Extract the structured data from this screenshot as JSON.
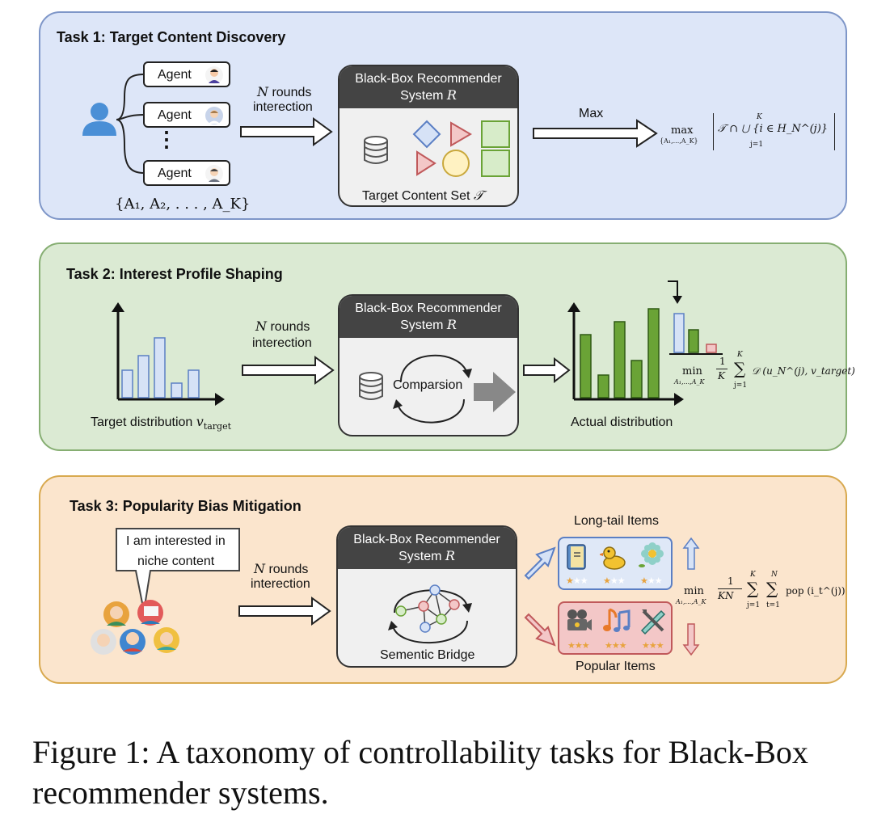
{
  "task1": {
    "title": "Task 1: Target Content Discovery",
    "agents": [
      "Agent",
      "Agent",
      "Agent"
    ],
    "dots": "⋮",
    "agent_set": "{A₁, A₂, . . . , A_K}",
    "rounds_n": "N",
    "rounds": "rounds",
    "interaction": "interection",
    "rs_title_line1": "Black-Box Recommender",
    "rs_title_line2": "System",
    "rs_symbol": "R",
    "target_set_label": "Target Content Set",
    "target_set_symbol": "𝒯",
    "max_label": "Max",
    "objective_op": "max",
    "objective_sub": "{A₁,...,A_K}",
    "objective_expr": "𝒯 ∩ ⋃ {i ∈ H_N^(j)}",
    "objective_upper": "K",
    "objective_lower": "j=1"
  },
  "task2": {
    "title": "Task 2: Interest Profile Shaping",
    "rounds_n": "N",
    "rounds": "rounds",
    "interaction": "interection",
    "rs_title_line1": "Black-Box Recommender",
    "rs_title_line2": "System",
    "rs_symbol": "R",
    "comparison_label": "Comparsion",
    "target_dist_label": "Target distribution",
    "target_dist_symbol": "v",
    "target_dist_sub": "target",
    "actual_dist_label": "Actual distribution",
    "objective_op": "min",
    "objective_sub": "A₁,...,A_K",
    "objective_frac_num": "1",
    "objective_frac_den": "K",
    "objective_sum_upper": "K",
    "objective_sum_lower": "j=1",
    "objective_expr": "𝒟 (u_N^(j), v_target)"
  },
  "task3": {
    "title": "Task 3: Popularity Bias Mitigation",
    "speech": [
      "I am interested in",
      "niche content"
    ],
    "rounds_n": "N",
    "rounds": "rounds",
    "interaction": "interection",
    "rs_title_line1": "Black-Box Recommender",
    "rs_title_line2": "System",
    "rs_symbol": "R",
    "bridge_label": "Sementic Bridge",
    "longtail_label": "Long-tail Items",
    "popular_label": "Popular Items",
    "objective_op": "min",
    "objective_sub": "A₁,...,A_K",
    "objective_frac_num": "1",
    "objective_frac_den": "KN",
    "objective_sum1_upper": "K",
    "objective_sum1_lower": "j=1",
    "objective_sum2_upper": "N",
    "objective_sum2_lower": "t=1",
    "objective_expr": "pop (i_t^(j))"
  },
  "caption": "Figure 1: A taxonomy of controllability tasks for Black-Box recommender systems.",
  "colors": {
    "task1_bg": "#dde6f8",
    "task1_border": "#7e96c8",
    "task2_bg": "#dbead3",
    "task2_border": "#86ae72",
    "task3_bg": "#fbe5cd",
    "task3_border": "#d8a94f",
    "bar_green": "#6aa336",
    "bar_blue": "#d6e2f6",
    "bar_red": "#f3c7c7"
  }
}
